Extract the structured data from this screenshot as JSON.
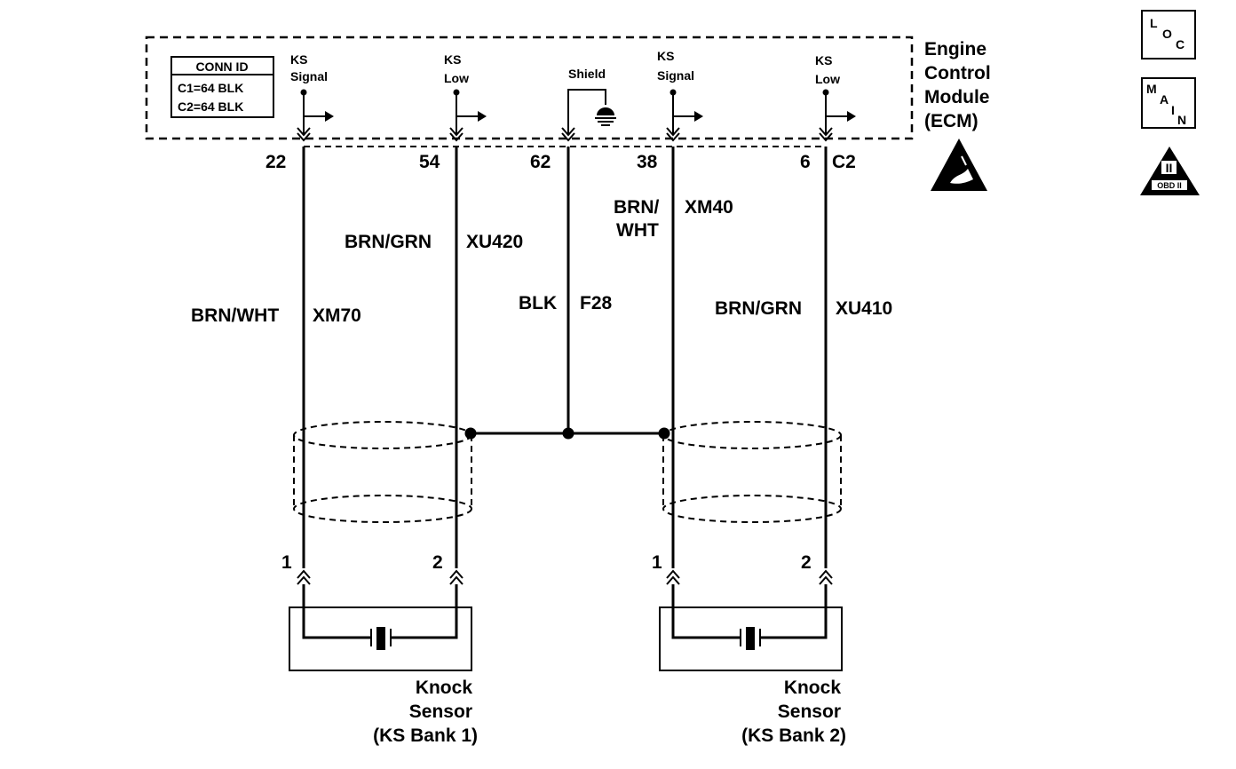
{
  "module": {
    "name_lines": [
      "Engine",
      "Control",
      "Module",
      "(ECM)"
    ]
  },
  "conn_id": {
    "title": "CONN ID",
    "lines": [
      "C1=64 BLK",
      "C2=64 BLK"
    ]
  },
  "connector_label": "C2",
  "terminals": [
    {
      "name_lines": [
        "KS",
        "Signal"
      ],
      "pin": "22",
      "wire_color": "BRN/WHT",
      "circuit": "XM70"
    },
    {
      "name_lines": [
        "KS",
        "Low"
      ],
      "pin": "54",
      "wire_color": "BRN/GRN",
      "circuit": "XU420"
    },
    {
      "name_lines": [
        "Shield"
      ],
      "pin": "62",
      "wire_color": "BLK",
      "circuit": "F28"
    },
    {
      "name_lines": [
        "KS",
        "Signal"
      ],
      "pin": "38",
      "wire_color": "BRN/\nWHT",
      "wire_color_lines": [
        "BRN/",
        "WHT"
      ],
      "circuit": "XM40"
    },
    {
      "name_lines": [
        "KS",
        "Low"
      ],
      "pin": "6",
      "wire_color": "BRN/GRN",
      "circuit": "XU410"
    }
  ],
  "sensors": [
    {
      "pins": [
        "1",
        "2"
      ],
      "name_lines": [
        "Knock",
        "Sensor",
        "(KS Bank 1)"
      ]
    },
    {
      "pins": [
        "1",
        "2"
      ],
      "name_lines": [
        "Knock",
        "Sensor",
        "(KS Bank 2)"
      ]
    }
  ],
  "side_icons": [
    {
      "name": "loc-icon",
      "text": [
        "L",
        "O",
        "C"
      ]
    },
    {
      "name": "main-icon",
      "text": [
        "M",
        "A",
        "I",
        "N"
      ]
    },
    {
      "name": "obd-ii-icon",
      "text": [
        "II",
        "OBD II"
      ]
    },
    {
      "name": "esd-warning-icon"
    }
  ]
}
